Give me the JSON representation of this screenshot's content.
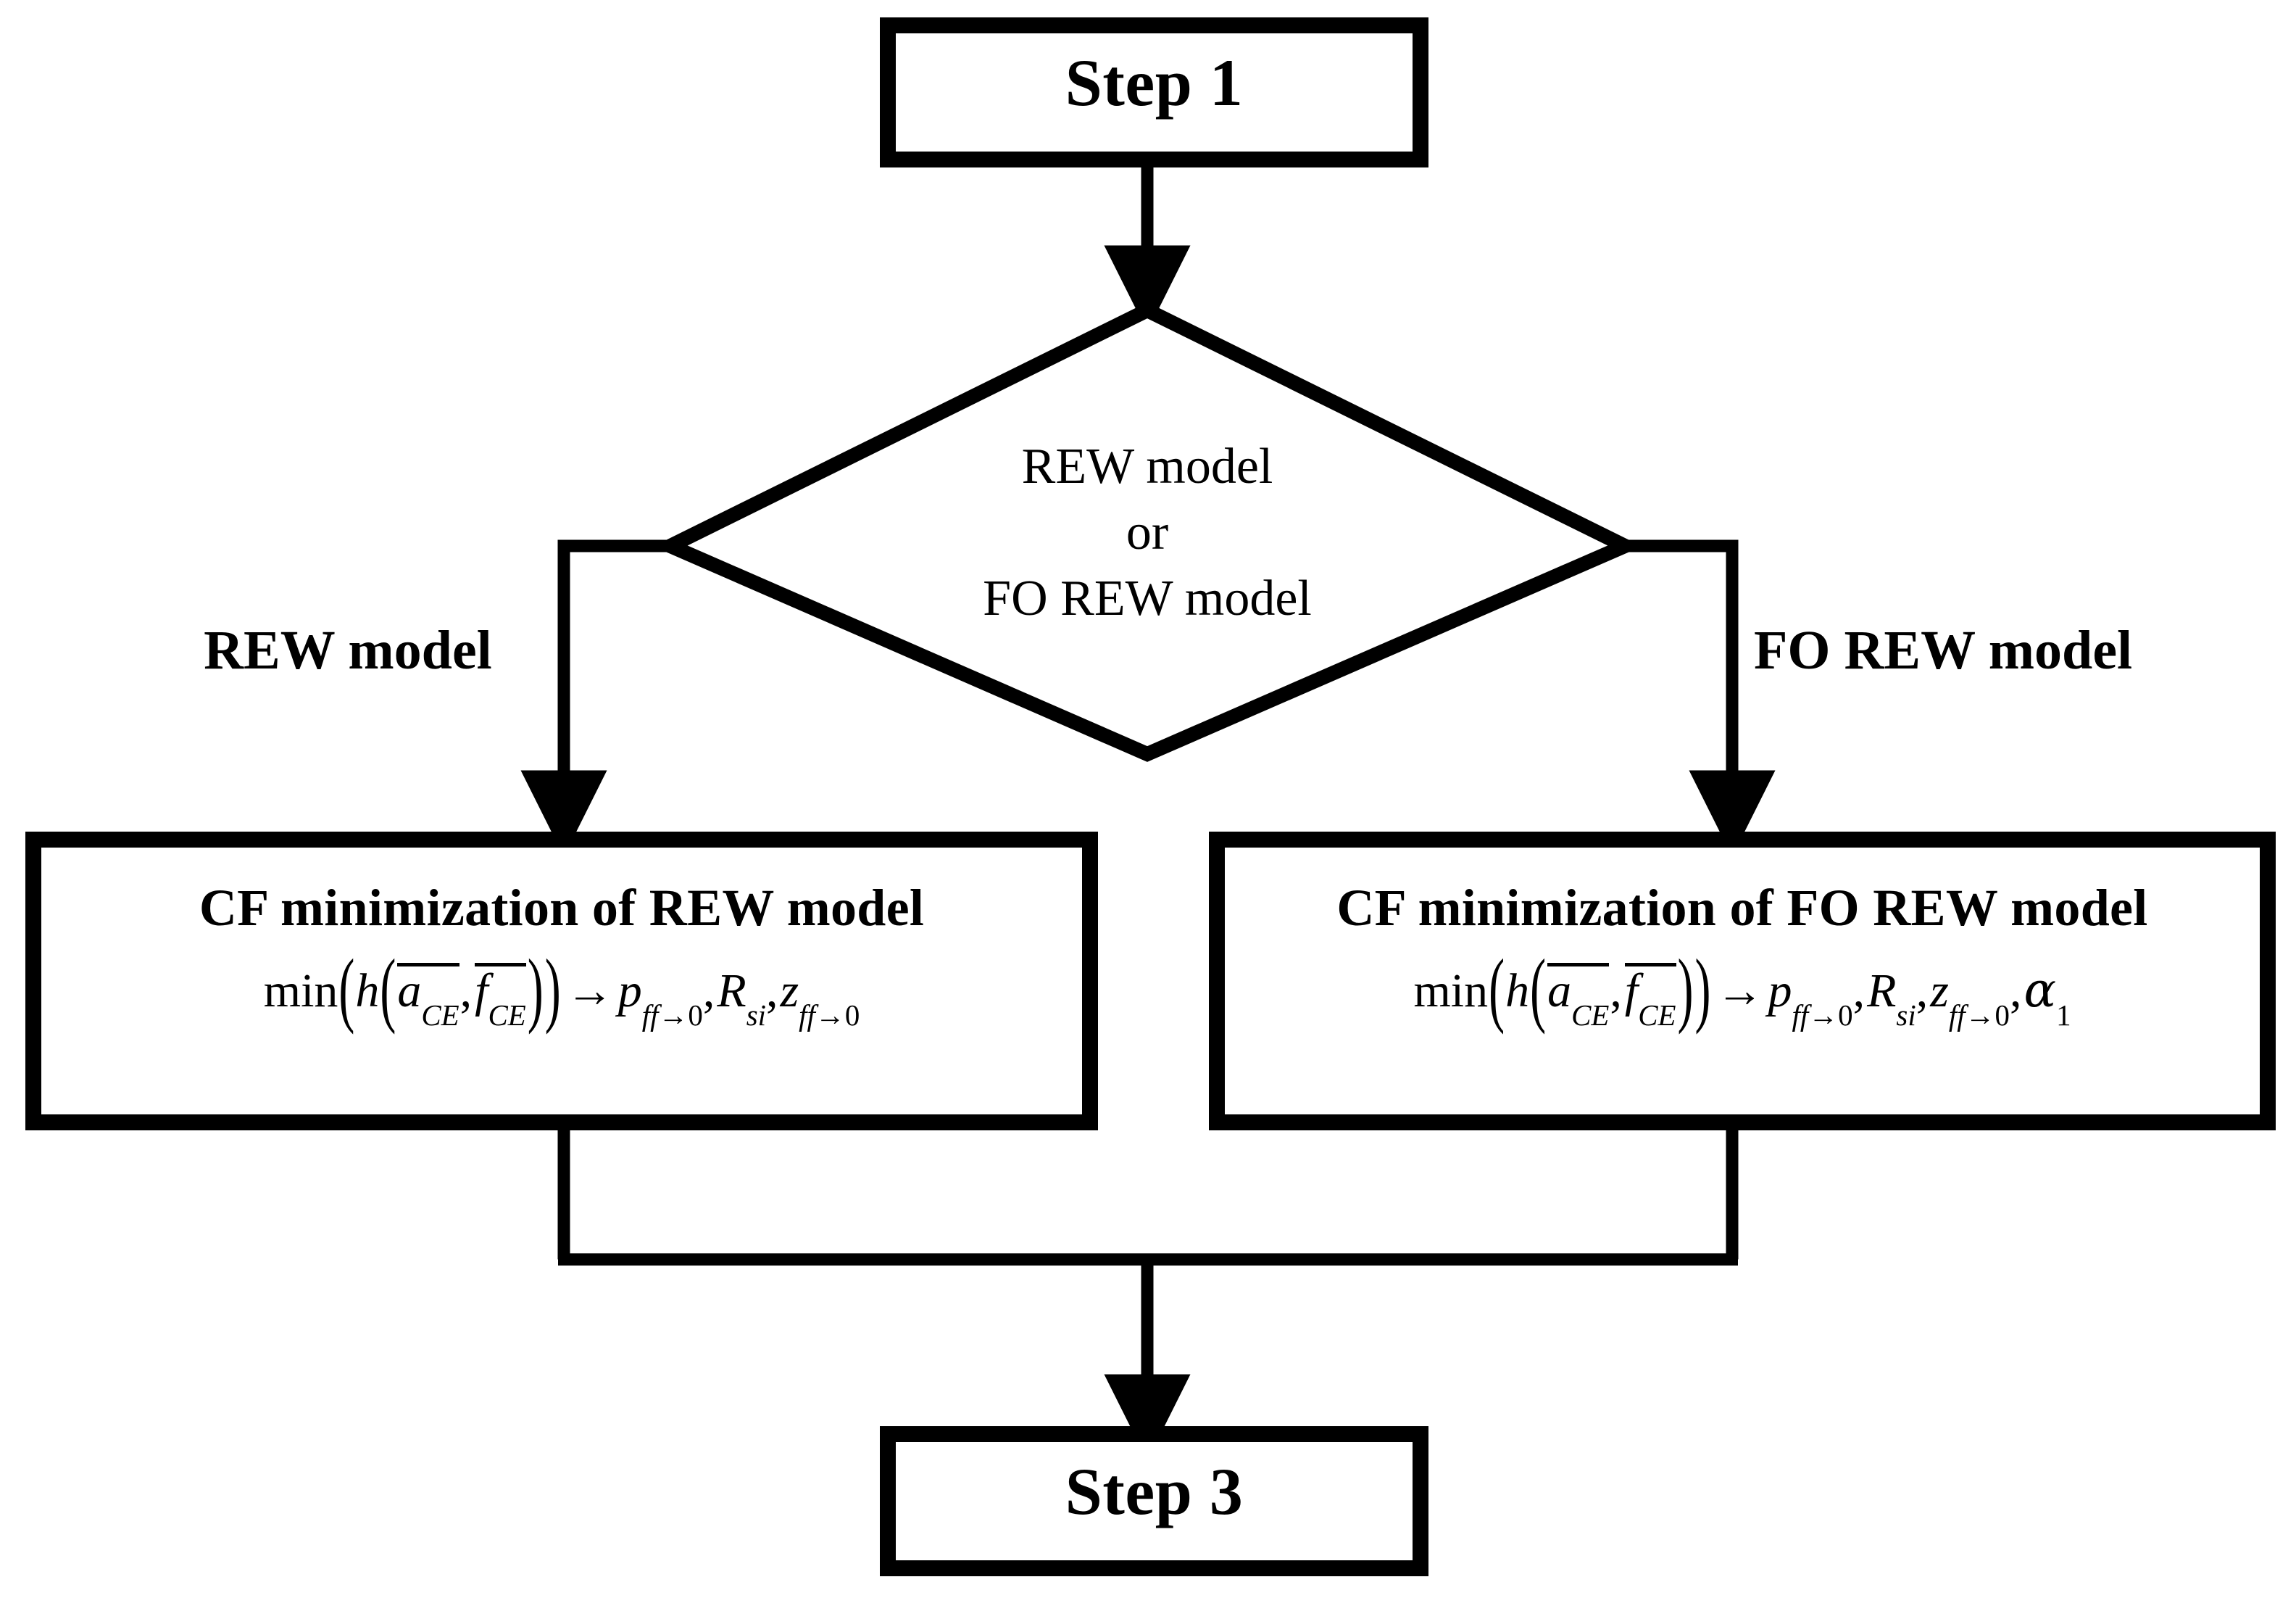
{
  "diagram": {
    "title_step1": "Step 1",
    "title_step3": "Step 3",
    "decision": {
      "line1": "REW model",
      "line2": "or",
      "line3": "FO REW model"
    },
    "branch_labels": {
      "left": "REW model",
      "right": "FO REW model"
    },
    "process_left": {
      "title": "CF minimization of REW model",
      "formula_text": "min( h( ā_CE , f̄_CE ) ) → p_ff→0 , R_si , z_ff→0",
      "parts": {
        "min": "min",
        "h": "h",
        "a": "a",
        "f": "f",
        "sub_ce": "CE",
        "arrow": "→",
        "p": "p",
        "R": "R",
        "z": "z",
        "sub_ff0": "ff→0",
        "sub_si": "si",
        "comma": ",",
        "lparen": "(",
        "rparen": ")"
      }
    },
    "process_right": {
      "title": "CF minimization of FO REW model",
      "formula_text": "min( h( ā_CE , f̄_CE ) ) → p_ff→0 , R_si , z_ff→0 , α₁",
      "parts": {
        "alpha": "α",
        "sub_one": "1"
      }
    },
    "colors": {
      "stroke": "#000000",
      "fill": "#ffffff",
      "text": "#000000"
    }
  }
}
